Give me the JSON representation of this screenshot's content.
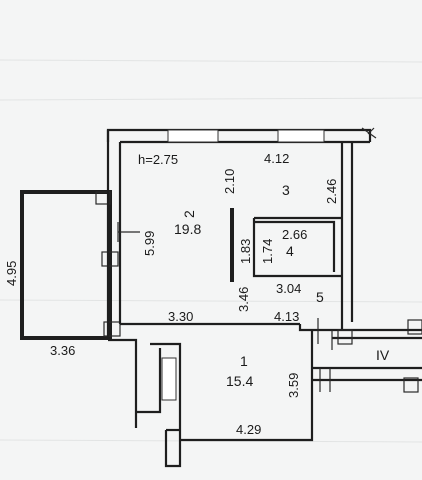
{
  "plan": {
    "ceiling_height": "h=2.75",
    "rooms": [
      {
        "number": "1",
        "area": "15.4"
      },
      {
        "number": "2",
        "area": "19.8"
      },
      {
        "number": "3"
      },
      {
        "number": "4"
      },
      {
        "number": "5"
      },
      {
        "number": "IV"
      }
    ],
    "dimensions": {
      "top_right_width": "4.12",
      "room2_upper_height": "2.10",
      "room3_height": "2.46",
      "room2_height": "5.99",
      "corridor_height": "1.83",
      "room4_height": "1.74",
      "room4_width": "2.66",
      "room4_bottom_width": "3.04",
      "room2_lower_height": "3.46",
      "room2_bottom_width": "3.30",
      "room5_width": "4.13",
      "room1_height": "3.59",
      "room1_width": "4.29",
      "balcony_height": "4.95",
      "balcony_width": "3.36"
    }
  }
}
